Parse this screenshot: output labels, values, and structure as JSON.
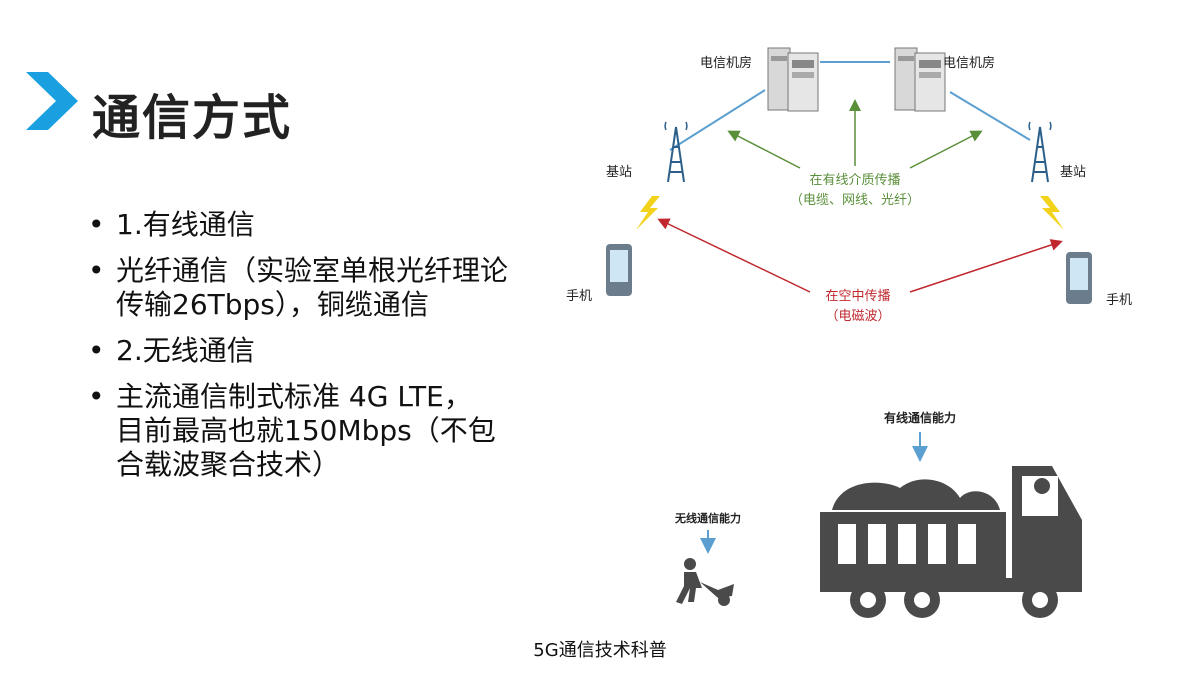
{
  "slide": {
    "title": "通信方式",
    "bullets": [
      "1.有线通信",
      "光纤通信（实验室单根光纤理论传输26Tbps），铜缆通信",
      "2.无线通信",
      "主流通信制式标准 4G LTE， 目前最高也就150Mbps（不包合载波聚合技术）"
    ],
    "footer": "5G通信技术科普",
    "accent_color": "#1aa0e0"
  },
  "diagram": {
    "server_left_label": "电信机房",
    "server_right_label": "电信机房",
    "station_left_label": "基站",
    "station_right_label": "基站",
    "phone_left_label": "手机",
    "phone_right_label": "手机",
    "wired_caption_1": "在有线介质传播",
    "wired_caption_2": "（电缆、网线、光纤）",
    "wireless_caption_1": "在空中传播",
    "wireless_caption_2": "（电磁波）",
    "wired_color": "#5a8f3a",
    "wireless_color": "#c0282e",
    "link_color": "#5a9fd0"
  },
  "capacity": {
    "wired_label": "有线通信能力",
    "wireless_label": "无线通信能力",
    "arrow_color": "#5a9fd0"
  }
}
